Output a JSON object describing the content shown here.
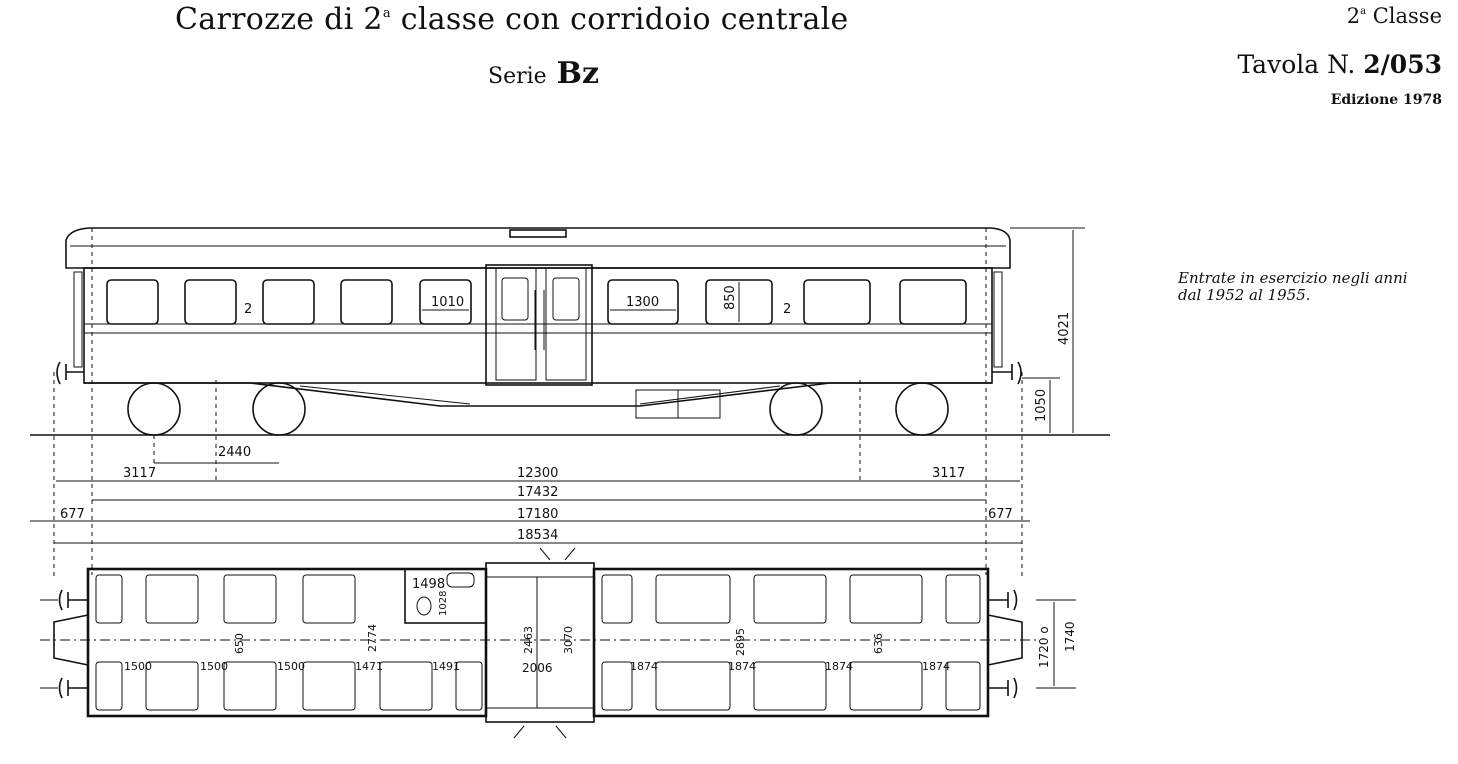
{
  "header": {
    "title_prefix": "Carrozze di 2",
    "title_sup": "a",
    "title_suffix": " classe con corridoio centrale",
    "series_label": "Serie",
    "series_code": "Bz",
    "class_num": "2",
    "class_sup": "a",
    "class_word": " Classe",
    "table_label": "Tavola N.",
    "table_number": "2/053",
    "edition": "Edizione 1978"
  },
  "note": {
    "line1": "Entrate in esercizio negli anni",
    "line2": "dal 1952 al 1955."
  },
  "side_view": {
    "class_marks": [
      "2",
      "2"
    ],
    "window_width": "1010",
    "window_width_2": "1300",
    "window_height": "850",
    "height_total": "4021",
    "buffer_height": "1050"
  },
  "dimensions": {
    "bogie_wheelbase": "2440",
    "overhang_left": "3117",
    "bogie_pitch": "12300",
    "overhang_right": "3117",
    "body_length": "17432",
    "frame_length": "17180",
    "buffer_left": "677",
    "buffer_right": "677",
    "length_over_buffers": "18534"
  },
  "plan_view": {
    "bay_a1": "1500",
    "bay_a2": "1500",
    "bay_a3": "1500",
    "bay_a4": "1471",
    "bay_a5": "1491",
    "aisle_left": "650",
    "compartment_width": "2774",
    "wc_length": "1498",
    "wc_width": "1028",
    "vestibule_depth": "2463",
    "vestibule_width": "3070",
    "door_spacing": "2006",
    "inner_width": "2895",
    "aisle_right": "636",
    "bay_b1": "1874",
    "bay_b2": "1874",
    "bay_b3": "1874",
    "bay_b4": "1874",
    "buffer_spacing": "1720 o",
    "buffer_spacing_2": "1740"
  }
}
